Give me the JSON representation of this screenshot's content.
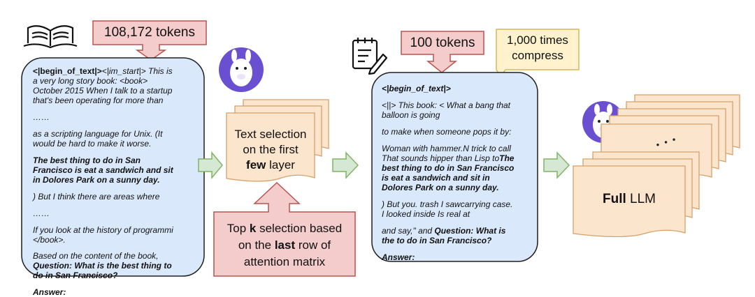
{
  "colors": {
    "red_fill": "#f4cccc",
    "red_stroke": "#b85450",
    "blue_fill": "#dae8fc",
    "blue_stroke": "#1f1f1f",
    "orange_fill": "#fce5cd",
    "orange_stroke": "#d6a06a",
    "yellow_fill": "#fff2cc",
    "yellow_stroke": "#d6b656",
    "green_fill": "#d5e8d4",
    "green_stroke": "#82b366"
  },
  "icons": [
    "book-icon",
    "notepad-icon",
    "llama-icon"
  ],
  "left_tokens_label": "108,172 tokens",
  "left_doc": {
    "l1_begin": "<|begin_of_text|>",
    "l1_rest": "<|im_start|> This is",
    "l2": "a very long story book: <book>",
    "l3": "October 2015 When I talk to a startup",
    "l4": "that's been operating for more than",
    "ellipsis1": "……",
    "l6": "as a scripting language for Unix. (It",
    "l7": "would be hard to make it worse.",
    "bold1": "The best thing to do in San",
    "bold2": "Francisco is eat a sandwich and sit",
    "bold3": "in Dolores Park on a sunny day.",
    "l11": ") But I think there are areas where",
    "ellipsis2": "……",
    "l13": "If you look at the history of programmi",
    "l14": "</book>.",
    "l15": "Based on the content of the book,",
    "q1": "Question: What is the best thing to",
    "q2": "do in San Francisco?",
    "answer": "Answer:"
  },
  "middle": {
    "stack_line1": "Text selection",
    "stack_line2": "on the first",
    "stack_bold": "few",
    "stack_tail": " layer",
    "topk_pre": "Top ",
    "topk_bold": "k",
    "topk_post": " selection based",
    "topk_line2_pre": "on the ",
    "topk_line2_bold": "last",
    "topk_line2_post": " row of",
    "topk_line3": "attention matrix"
  },
  "right_tokens_label": "100 tokens",
  "compress_line1": "1,000 times",
  "compress_line2": "compress",
  "right_doc": {
    "l1": "<|begin_of_text|>",
    "l2a": "<||> This book: < What a bang that",
    "l2b": "balloon is going",
    "l3": "to make when someone pops it by:",
    "l4": "Woman with hammer.N trick to call",
    "l5pre": "That sounds hipper than Lisp to",
    "l5bold": "The",
    "b1": "best thing to do in San Francisco",
    "b2": "is eat a sandwich and sit in",
    "b3": "Dolores Park on a sunny day.",
    "l9": ") But you. trash I sawcarrying case.",
    "l10": "I looked inside Is real at",
    "l11pre": "and say,\" and ",
    "l11bold": "Question: What is",
    "l12": "the to do in San Francisco?",
    "answer": "Answer:"
  },
  "full_llm_bold": "Full",
  "full_llm_rest": " LLM",
  "dots": "• • •"
}
